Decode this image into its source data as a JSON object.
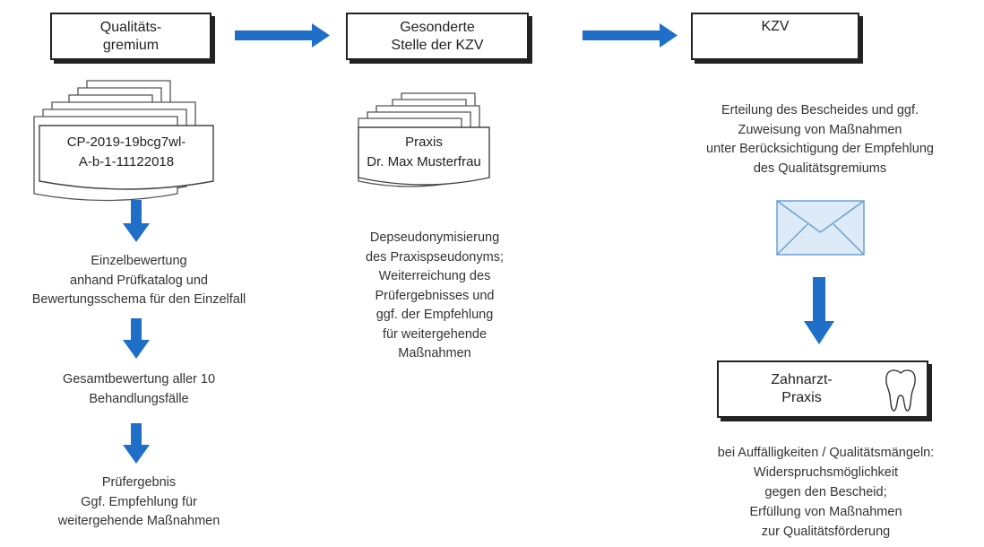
{
  "boxes": {
    "qualitaetsgremium": "Qualitäts-\ngremium",
    "gesonderte_stelle": "Gesonderte\nStelle der KZV",
    "kzv": "KZV",
    "zahnarztpraxis": "Zahnarzt-\nPraxis"
  },
  "documents": {
    "pseudonym": "CP-2019-19bcg7wl-\nA-b-1-11122018",
    "praxis": "Praxis\nDr. Max Musterfrau"
  },
  "texts": {
    "einzelbewertung": "Einzelbewertung\nanhand Prüfkatalog und\nBewertungsschema  für den Einzelfall",
    "gesamtbewertung": "Gesamtbewertung  aller 10\nBehandlungsfälle",
    "pruefergebnis": "Prüfergebnis\nGgf. Empfehlung für\nweitergehende  Maßnahmen",
    "depseudonymisierung": "Depseudonymisierung\ndes Praxispseudonyms;\nWeiterreichung des\nPrüfergebnisses  und\nggf. der Empfehlung\nfür weitergehende\nMaßnahmen",
    "erteilung": "Erteilung des Bescheides  und ggf.\nZuweisung von Maßnahmen\nunter Berücksichtigung der Empfehlung\ndes Qualitätsgremiums",
    "auffaelligkeiten": "bei Auffälligkeiten / Qualitätsmängeln:\nWiderspruchsmöglichkeit\ngegen den Bescheid;\nErfüllung von Maßnahmen\nzur Qualitätsförderung"
  },
  "icons": {
    "envelope": "envelope-icon",
    "tooth": "tooth-icon"
  },
  "colors": {
    "arrow": "#1f6fc8",
    "border": "#222222",
    "envelope_fill": "#dcebf7",
    "envelope_stroke": "#6b9fd0"
  }
}
